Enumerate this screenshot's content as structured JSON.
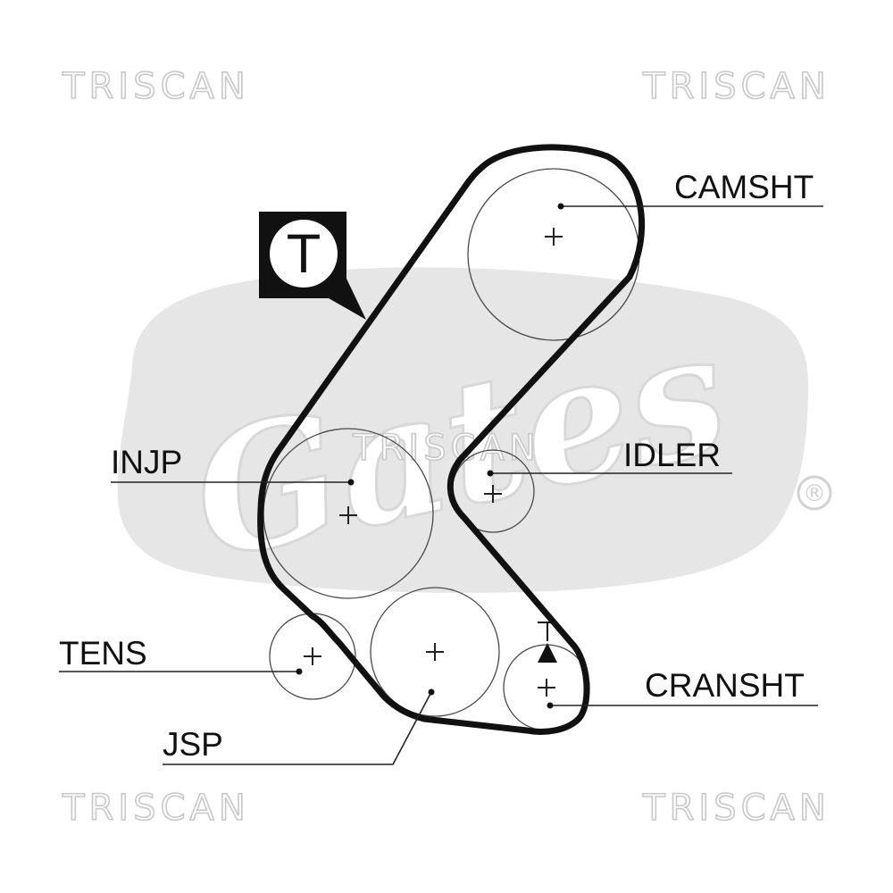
{
  "watermarks": {
    "brand_top_left": "TRISCAN",
    "brand_top_right": "TRISCAN",
    "brand_center": "TRISCAN",
    "brand_bottom_left": "TRISCAN",
    "brand_bottom_right": "TRISCAN",
    "logo_text": "Gates",
    "registered_mark": "®"
  },
  "timing_badge": {
    "letter": "T"
  },
  "labels": {
    "camshaft": "CAMSHT",
    "injection_pump": "INJP",
    "idler": "IDLER",
    "tensioner": "TENS",
    "crankshaft": "CRANSHT",
    "jsp": "JSP"
  },
  "colors": {
    "belt": "#111111",
    "watermark": "#c8c8c8",
    "logo": "#e6e6e6"
  },
  "icons": {
    "timing_badge": "timing-mark-badge-icon",
    "crank_marker": "crank-timing-arrow-icon"
  }
}
